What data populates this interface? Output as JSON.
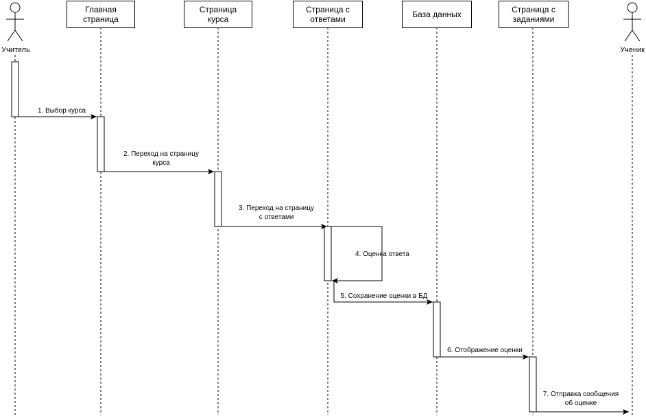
{
  "actors": [
    {
      "id": "teacher",
      "label": "Учитель"
    },
    {
      "id": "student",
      "label": "Ученик"
    }
  ],
  "participants": [
    {
      "id": "main",
      "label": "Главная\nстраница"
    },
    {
      "id": "course",
      "label": "Страница\nкурса"
    },
    {
      "id": "answers",
      "label": "Страница с\nответами"
    },
    {
      "id": "db",
      "label": "База данных"
    },
    {
      "id": "tasks",
      "label": "Страница с\nзаданиями"
    }
  ],
  "messages": [
    {
      "from": "teacher",
      "to": "main",
      "label": "1. Выбор курса"
    },
    {
      "from": "main",
      "to": "course",
      "label": "2. Переход на страницу\nкурса"
    },
    {
      "from": "course",
      "to": "answers",
      "label": "3. Переход на страницу\nс ответами"
    },
    {
      "from": "answers",
      "to": "answers",
      "label": "4. Оценка ответа"
    },
    {
      "from": "answers",
      "to": "db",
      "label": "5. Сохранение оценки в БД"
    },
    {
      "from": "db",
      "to": "tasks",
      "label": "6. Отображение оценки"
    },
    {
      "from": "tasks",
      "to": "student",
      "label": "7. Отправка сообщения\nоб оценке"
    }
  ]
}
